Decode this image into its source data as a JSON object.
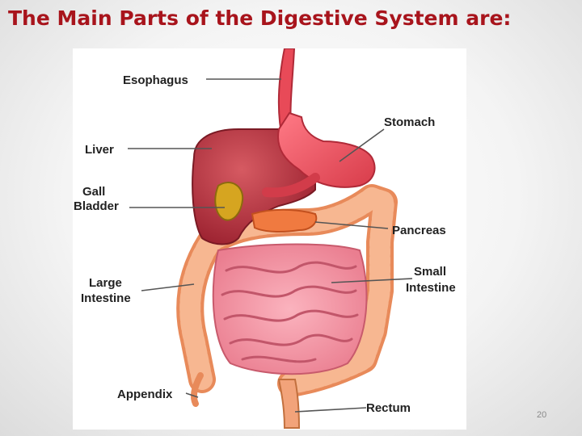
{
  "slide": {
    "title": "The Main Parts of the Digestive System are:",
    "page_number": "20"
  },
  "diagram": {
    "labels": {
      "esophagus": "Esophagus",
      "stomach": "Stomach",
      "liver": "Liver",
      "gall_bladder_line1": "Gall",
      "gall_bladder_line2": "Bladder",
      "pancreas": "Pancreas",
      "large_intestine_line1": "Large",
      "large_intestine_line2": "Intestine",
      "small_intestine_line1": "Small",
      "small_intestine_line2": "Intestine",
      "appendix": "Appendix",
      "rectum": "Rectum"
    },
    "colors": {
      "title": "#a8141c",
      "liver": "#b8323c",
      "stomach": "#e8505a",
      "large_intestine": "#f2a37a",
      "small_intestine": "#f28a9a",
      "gall_bladder": "#d4a21e",
      "pancreas": "#f07a40",
      "leader_lines": "#555555"
    }
  }
}
